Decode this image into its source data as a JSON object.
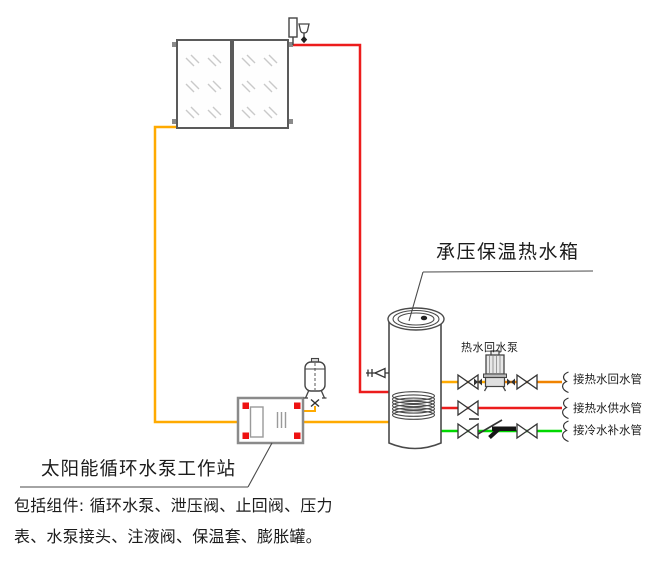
{
  "labels": {
    "tank": "承压保温热水箱",
    "return_pump": "热水回水泵",
    "workstation": "太阳能循环水泵工作站",
    "components_line1": "包括组件: 循环水泵、泄压阀、止回阀、压力",
    "components_line2": "表、水泵接头、注液阀、保温套、膨胀罐。",
    "connections": {
      "hot_water_return": "接热水回水管",
      "hot_water_supply": "接热水供水管",
      "cold_water_makeup": "接冷水补水管"
    }
  },
  "colors": {
    "pipe_hot": "#ec1c1c",
    "pipe_solar_return": "#ffaa00",
    "pipe_return_right": "#f08300",
    "pipe_cold": "#00d800",
    "marker_red": "#ee1111"
  }
}
